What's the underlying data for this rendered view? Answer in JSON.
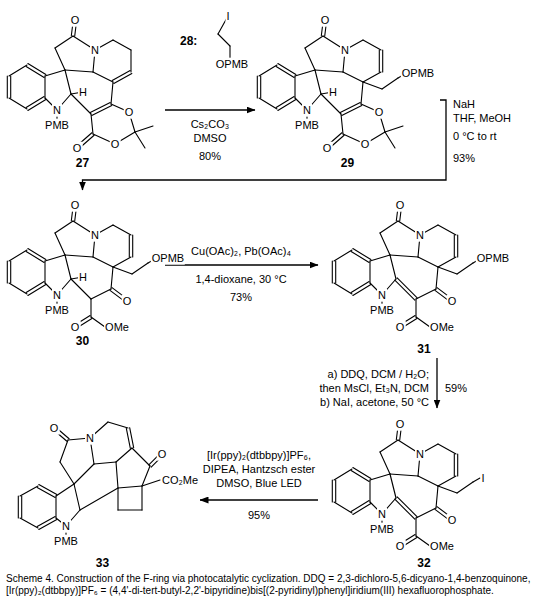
{
  "diagram": {
    "caption": "Scheme 4. Construction of the F-ring via photocatalytic cyclization. DDQ = 2,3-dichloro-5,6-dicyano-1,4-benzoquinone, [Ir(ppy)₂(dtbbpy)]PF₆ = (4,4'-di-tert-butyl-2,2'-bipyridine)bis[(2-pyridinyl)phenyl]iridium(III) hexafluorophosphate.",
    "nodes": [
      {
        "text": [
          "27"
        ]
      },
      {
        "text": [
          "28:"
        ]
      },
      {
        "text": [
          "29"
        ]
      },
      {
        "text": [
          "30"
        ]
      },
      {
        "text": [
          "31"
        ]
      },
      {
        "text": [
          "32"
        ]
      },
      {
        "text": [
          "33"
        ]
      }
    ],
    "edges": [
      {
        "from": 0,
        "to": 2,
        "arrow": "to"
      },
      {
        "from": 2,
        "to": 3,
        "arrow": "to"
      },
      {
        "from": 3,
        "to": 4,
        "arrow": "to"
      },
      {
        "from": 4,
        "to": 5,
        "arrow": "to"
      },
      {
        "from": 5,
        "to": 6,
        "arrow": "to"
      }
    ],
    "labels": [
      "I",
      "OPMB",
      "O",
      "N",
      "O",
      "O",
      "N",
      "PMB",
      "H",
      "O",
      "Cs₂CO₃",
      "DMSO",
      "80%",
      "O",
      "N",
      "OPMB",
      "O",
      "O",
      "N",
      "PMB",
      "H",
      "O",
      "NaH",
      "THF, MeOH",
      "0 °C to rt",
      "93%",
      "O",
      "N",
      "OPMB",
      "O",
      "N",
      "PMB",
      "H",
      "O",
      "OMe",
      "Cu(OAc)₂, Pb(OAc)₄",
      "1,4-dioxane, 30 °C",
      "73%",
      "O",
      "N",
      "OPMB",
      "O",
      "N",
      "PMB",
      "O",
      "OMe",
      "a) DDQ, DCM / H₂O;",
      "then MsCl, Et₃N, DCM",
      "b) NaI, acetone, 50 °C",
      "59%",
      "O",
      "N",
      "I",
      "O",
      "N",
      "PMB",
      "O",
      "OMe",
      "[Ir(ppy)₂(dtbbpy)]PF₆,",
      "DIPEA, Hantzsch ester",
      "DMSO, Blue LED",
      "95%",
      "O",
      "N",
      "O",
      "CO₂Me",
      "N",
      "PMB"
    ]
  }
}
